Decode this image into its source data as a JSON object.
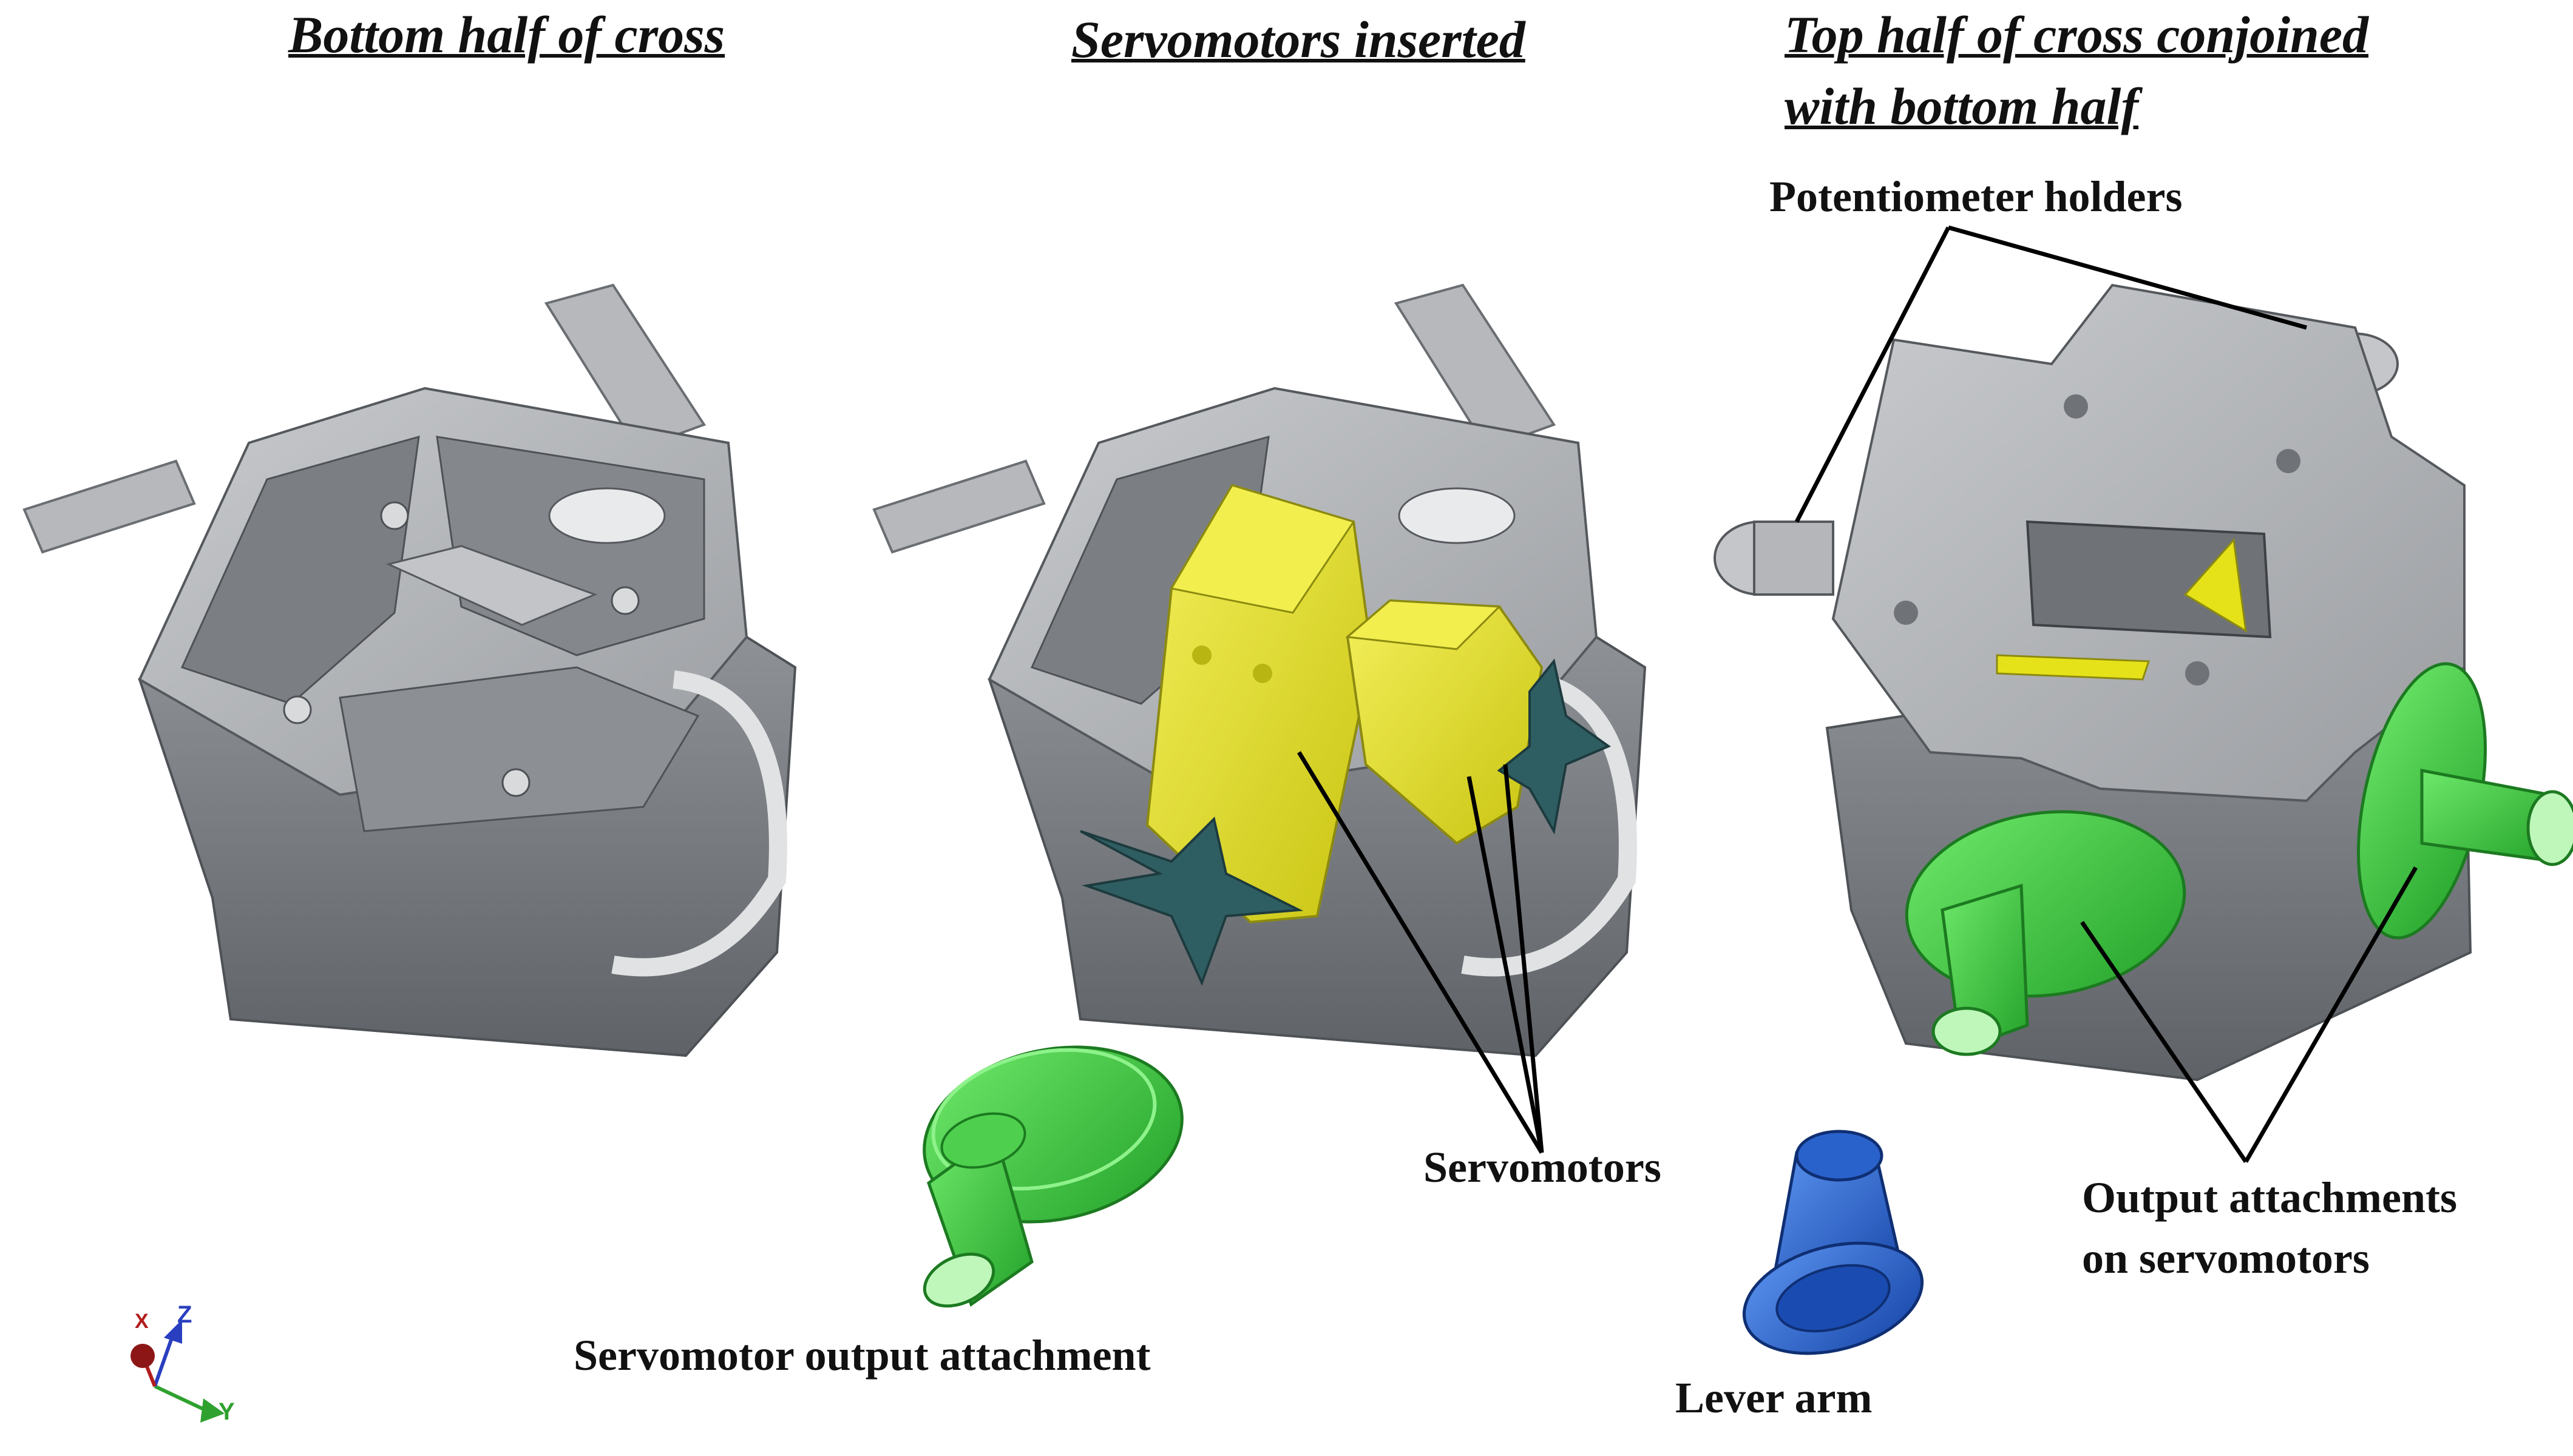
{
  "titles": {
    "bottom_half": "Bottom half of cross",
    "servos_inserted": "Servomotors inserted",
    "top_half_line1": "Top half of cross conjoined",
    "top_half_line2": "with bottom half"
  },
  "callouts": {
    "potentiometer_holders": "Potentiometer holders",
    "servomotors": "Servomotors",
    "output_attachments_line1": "Output attachments",
    "output_attachments_line2": "on servomotors",
    "servomotor_output_attachment": "Servomotor output attachment",
    "lever_arm": "Lever arm"
  },
  "axis_triad": {
    "z": "Z",
    "x": "X",
    "y": "Y"
  },
  "colors": {
    "housing_gray": "#a9acb0",
    "housing_dark": "#6e7277",
    "servo_yellow": "#e6e21a",
    "servo_horn_teal": "#2f5e62",
    "attachment_green": "#3cc63c",
    "lever_blue": "#1f5fd0",
    "leader_line": "#000000"
  }
}
